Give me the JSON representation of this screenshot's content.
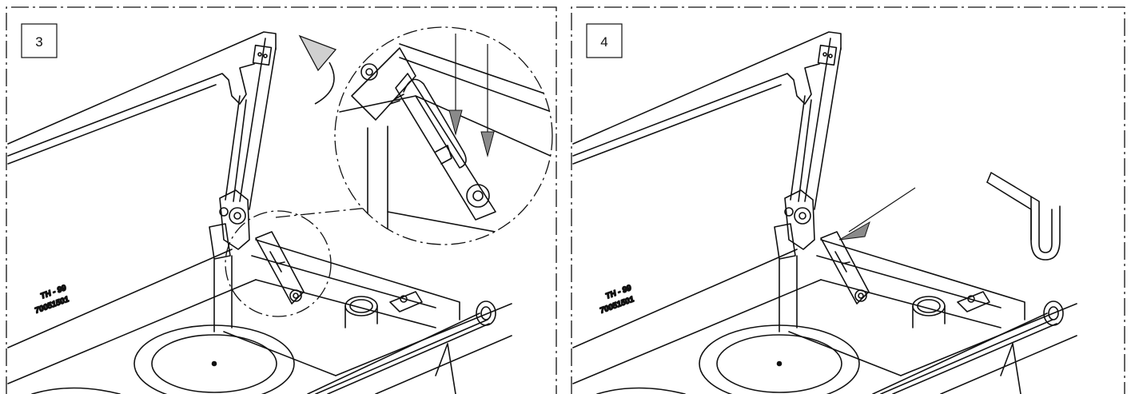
{
  "panels": [
    {
      "step": "3",
      "stamp_line1": "TH - 99",
      "stamp_line2": "70051501"
    },
    {
      "step": "4",
      "stamp_line1": "TH - 99",
      "stamp_line2": "70051501"
    }
  ],
  "colors": {
    "line": "#111111",
    "background": "#ffffff",
    "arrow_fill": "#8a8a8a",
    "arrow_light": "#d0d0d0"
  }
}
